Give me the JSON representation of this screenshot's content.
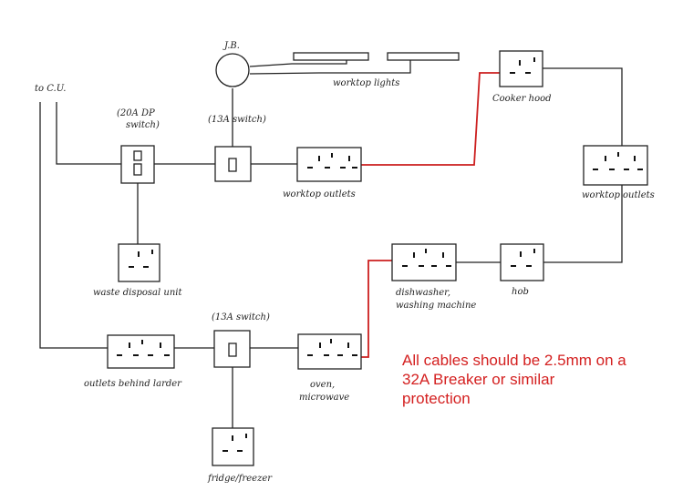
{
  "labels": {
    "to_cu": "to C.U.",
    "jb": "J.B.",
    "worktop_lights": "worktop lights",
    "cooker_hood": "Cooker hood",
    "switch_20a_line1": "(20A DP",
    "switch_20a_line2": "switch)",
    "switch_13a_top": "(13A switch)",
    "worktop_outlets_left": "worktop outlets",
    "worktop_outlets_right": "worktop outlets",
    "waste_disposal": "waste disposal unit",
    "dishwasher_line1": "dishwasher,",
    "dishwasher_line2": "washing machine",
    "hob": "hob",
    "switch_13a_bottom": "(13A switch)",
    "outlets_larder": "outlets behind larder",
    "oven_line1": "oven,",
    "oven_line2": "microwave",
    "fridge_freezer": "fridge/freezer"
  },
  "note": {
    "line1": "All cables should be 2.5mm on a",
    "line2": "32A Breaker or similar",
    "line3": "protection",
    "color": "#d42020"
  },
  "colors": {
    "wire": "#222222",
    "red_wire": "#cc1f1f"
  }
}
